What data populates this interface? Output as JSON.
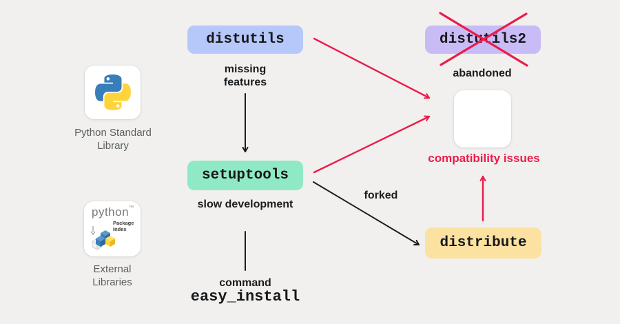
{
  "colors": {
    "canvas_bg": "#f1f0ee",
    "accent_red": "#eb1b4a",
    "arrow_black": "#1c1c1c",
    "box_distutils": "#b6c8fa",
    "box_distutils2": "#c9bcf6",
    "box_setuptools": "#90e9c5",
    "box_distribute": "#fbe2a1",
    "text_dark": "#17181a",
    "text_gray": "#5b5e61",
    "python_blue": "#387eb8",
    "python_yellow": "#ffd43b"
  },
  "sidebar": {
    "python_card": {
      "icon": "python-logo",
      "label": "Python Standard Library"
    },
    "pypi_card": {
      "icon": "pypi-logo",
      "label": "External Libraries",
      "logo_word": "python",
      "logo_tm": "™",
      "logo_sub_line1": "Package",
      "logo_sub_line2": "Index"
    }
  },
  "nodes": {
    "distutils": {
      "label": "distutils",
      "note": "missing features"
    },
    "setuptools": {
      "label": "setuptools",
      "note": "slow development"
    },
    "distutils2": {
      "label": "distutils2",
      "note": "abandoned",
      "crossed_out": true
    },
    "distribute": {
      "label": "distribute"
    },
    "easy_install": {
      "note": "command",
      "label": "easy_install"
    },
    "compatibility": {
      "label": "compatibility issues"
    }
  },
  "edges": {
    "forked_label": "forked"
  }
}
